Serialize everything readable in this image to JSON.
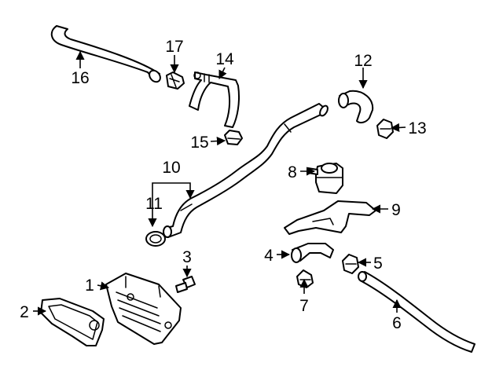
{
  "callouts": [
    {
      "id": "1",
      "text": "1"
    },
    {
      "id": "2",
      "text": "2"
    },
    {
      "id": "3",
      "text": "3"
    },
    {
      "id": "4",
      "text": "4"
    },
    {
      "id": "5",
      "text": "5"
    },
    {
      "id": "6",
      "text": "6"
    },
    {
      "id": "7",
      "text": "7"
    },
    {
      "id": "8",
      "text": "8"
    },
    {
      "id": "9",
      "text": "9"
    },
    {
      "id": "10",
      "text": "10"
    },
    {
      "id": "11",
      "text": "11"
    },
    {
      "id": "12",
      "text": "12"
    },
    {
      "id": "13",
      "text": "13"
    },
    {
      "id": "14",
      "text": "14"
    },
    {
      "id": "15",
      "text": "15"
    },
    {
      "id": "16",
      "text": "16"
    },
    {
      "id": "17",
      "text": "17"
    }
  ],
  "colors": {
    "line": "#000000",
    "background": "#ffffff"
  }
}
